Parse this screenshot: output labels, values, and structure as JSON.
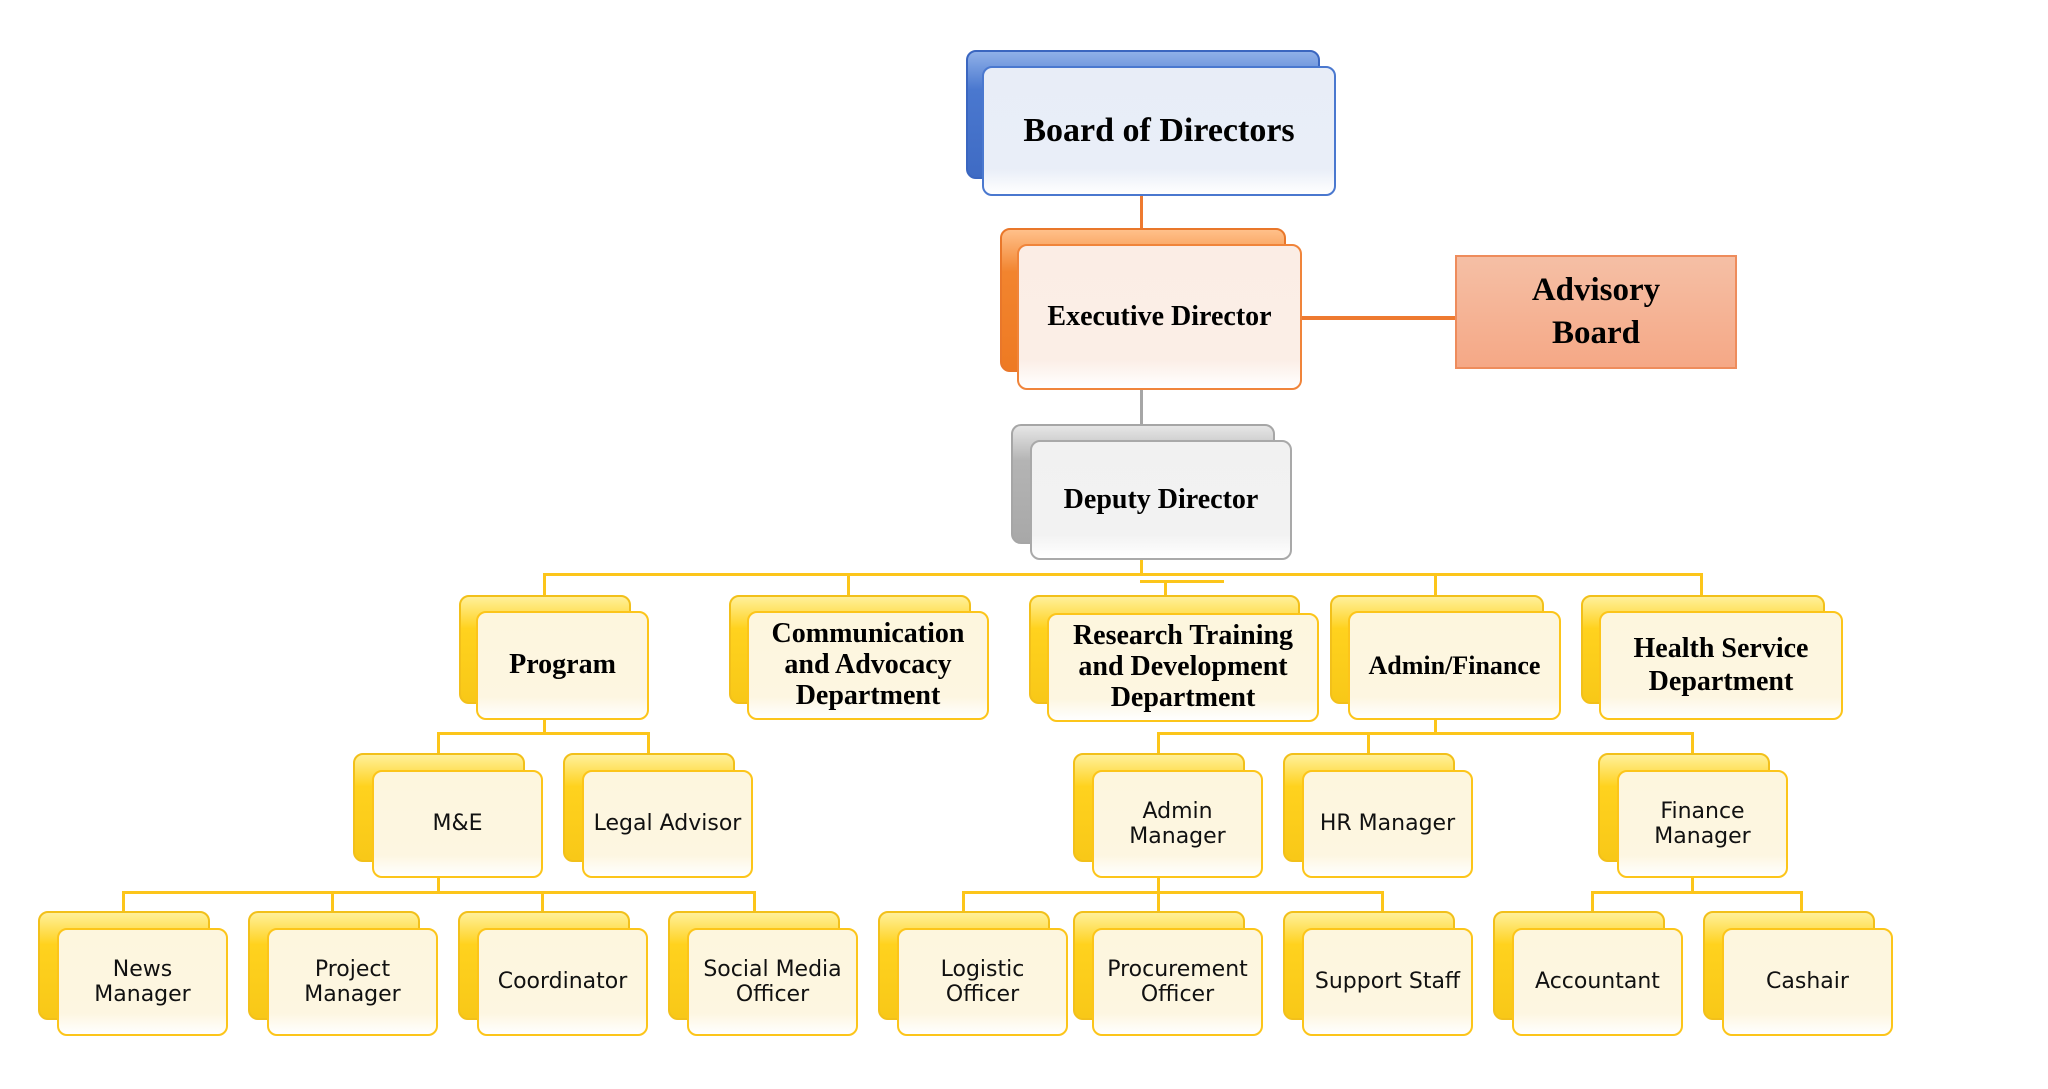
{
  "colors": {
    "board": "#4a78cf",
    "executive": "#f0843a",
    "advisory": "#f5a886",
    "deputy": "#a9a9a9",
    "department": "#fcc51a",
    "connector_orange": "#ee7a30",
    "connector_gray": "#a6a6a6",
    "connector_yellow": "#fcc51a"
  },
  "chart": {
    "board": "Board of Directors",
    "executive": "Executive Director",
    "advisory": [
      "Advisory",
      "Board"
    ],
    "deputy": "Deputy Director",
    "departments": {
      "program": "Program",
      "communication": [
        "Communication",
        "and Advocacy",
        "Department"
      ],
      "research": [
        "Research Training",
        "and Development",
        "Department"
      ],
      "admin_finance": "Admin/Finance",
      "health": [
        "Health Service",
        "Department"
      ]
    },
    "program_units": {
      "me": "M&E",
      "legal": "Legal Advisor"
    },
    "me_staff": {
      "news": [
        "News",
        "Manager"
      ],
      "project": [
        "Project",
        "Manager"
      ],
      "coordinator": "Coordinator",
      "social": [
        "Social Media",
        "Officer"
      ]
    },
    "admin_finance_units": {
      "admin_manager": [
        "Admin",
        "Manager"
      ],
      "hr": "HR Manager",
      "finance_manager": [
        "Finance",
        "Manager"
      ]
    },
    "admin_staff": {
      "logistic": [
        "Logistic",
        "Officer"
      ],
      "procurement": [
        "Procurement",
        "Officer"
      ],
      "support": "Support Staff"
    },
    "finance_staff": {
      "accountant": "Accountant",
      "cashier": "Cashair"
    }
  }
}
